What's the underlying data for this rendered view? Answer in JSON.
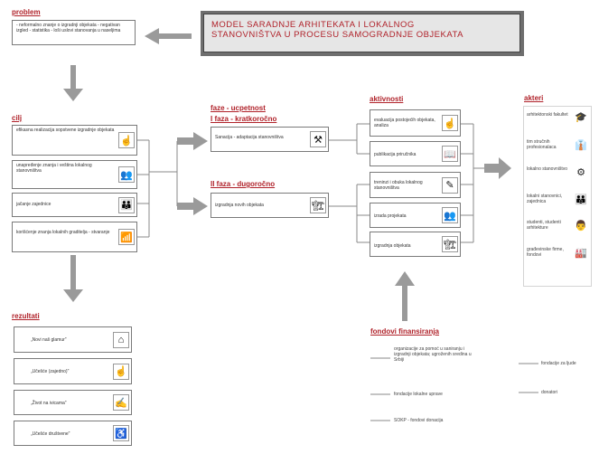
{
  "title": {
    "line1": "MODEL SARADNJE ARHITEKATA I LOKALNOG",
    "line2": "STANOVNIŠTVA U PROCESU SAMOGRADNJE OBJEKATA"
  },
  "problem": {
    "heading": "problem",
    "text": "- neformalno znanje o izgradnji objekata - negativan izgled - statistika - loši uslovi stanovanja u naseljima"
  },
  "cilj": {
    "heading": "cilj",
    "items": [
      {
        "label": "efikasna realizacija sopstvene izgradnje objekata",
        "icon": "person-pointing-icon",
        "glyph": "☝"
      },
      {
        "label": "unapređenje znanja i veština lokalnog stanovništva",
        "icon": "two-people-icon",
        "glyph": "👥"
      },
      {
        "label": "jačanje zajednice",
        "icon": "group-people-icon",
        "glyph": "👪"
      },
      {
        "label": "korišćenje znanja lokalnih graditelja - stvaranje",
        "icon": "stairs-person-icon",
        "glyph": "📶"
      }
    ]
  },
  "rezultati": {
    "heading": "rezultati",
    "items": [
      {
        "label": "„Novi naš glamur\"",
        "icon": "house-icon",
        "glyph": "⌂"
      },
      {
        "label": "„Učešće (zajedno)\"",
        "icon": "person-standing-icon",
        "glyph": "☝"
      },
      {
        "label": "„Život na ivicama\"",
        "icon": "person-desk-icon",
        "glyph": "✍"
      },
      {
        "label": "„Učešće društvene\"",
        "icon": "wheelchair-icon",
        "glyph": "♿"
      }
    ]
  },
  "faze": {
    "heading1": "faze - ucpetnost",
    "heading2": "I faza - kratkoročno",
    "short_box": {
      "label": "Sanacija - adaptacija stanovništva",
      "icon": "worker-icon",
      "glyph": "⚒"
    },
    "heading3": "II faza - dugoročno",
    "long_box": {
      "label": "izgradnja novih objekata",
      "icon": "builder-icon",
      "glyph": "🏗"
    }
  },
  "aktivnosti": {
    "heading": "aktivnosti",
    "items": [
      {
        "label": "evaluacija postojećih objekata, analiza",
        "icon": "presenter-icon",
        "glyph": "☝"
      },
      {
        "label": "publikacija priručnika",
        "icon": "book-icon",
        "glyph": "📖"
      },
      {
        "label": "treninzi i obuka lokalnog stanovništva",
        "icon": "teacher-icon",
        "glyph": "✎"
      },
      {
        "label": "izrada projekata",
        "icon": "people-talk-icon",
        "glyph": "👥"
      },
      {
        "label": "izgradnja objekata",
        "icon": "construction-icon",
        "glyph": "🏗"
      }
    ]
  },
  "akteri": {
    "heading": "akteri",
    "items": [
      {
        "label": "arhitektonski fakultet",
        "icon": "lecturer-icon",
        "glyph": "🎓"
      },
      {
        "label": "tim stručnih profesionalaca",
        "icon": "professional-icon",
        "glyph": "👔"
      },
      {
        "label": "lokalno stanovništvo",
        "icon": "meeting-icon",
        "glyph": "⚙"
      },
      {
        "label": "lokalni stanovnici, zajednica",
        "icon": "crowd-icon",
        "glyph": "👪"
      },
      {
        "label": "studenti, studenti arhitekture",
        "icon": "students-icon",
        "glyph": "👨"
      },
      {
        "label": "građevinske firme, fondovi",
        "icon": "building-firm-icon",
        "glyph": "🏭"
      }
    ]
  },
  "fondovi": {
    "heading": "fondovi finansiranja",
    "items": [
      "organizacije za pomoć u saniranju i izgradnji objekata; ugroženih sredina u Srbiji",
      "fondacije lokalne uprave",
      "SOKP - fondovi donacija"
    ],
    "right_items": [
      "fondacije za ljude",
      "donatori"
    ]
  }
}
